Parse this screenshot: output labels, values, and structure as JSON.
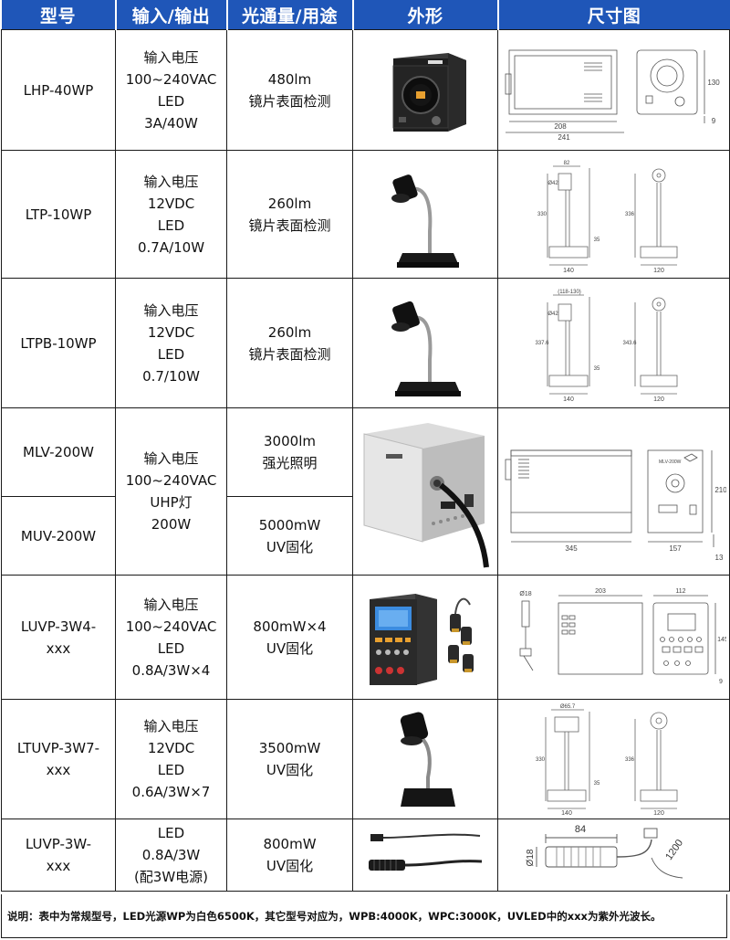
{
  "header": {
    "model": "型号",
    "io": "输入/输出",
    "flux": "光通量/用途",
    "shape": "外形",
    "dims": "尺寸图"
  },
  "rows": [
    {
      "model": "LHP-40WP",
      "io": [
        "输入电压",
        "100~240VAC",
        "LED",
        "3A/40W"
      ],
      "flux": [
        "480lm",
        "镜片表面检测"
      ],
      "dims": {
        "w1": "208",
        "w2": "241",
        "h": "130",
        "f": "9"
      }
    },
    {
      "model": "LTP-10WP",
      "io": [
        "输入电压",
        "12VDC",
        "LED",
        "0.7A/10W"
      ],
      "flux": [
        "260lm",
        "镜片表面检测"
      ],
      "dims": {
        "top": "82",
        "dia": "Ø42",
        "h1": "330",
        "h2": "336",
        "b": "35",
        "w1": "140",
        "w2": "120"
      }
    },
    {
      "model": "LTPB-10WP",
      "io": [
        "输入电压",
        "12VDC",
        "LED",
        "0.7/10W"
      ],
      "flux": [
        "260lm",
        "镜片表面检测"
      ],
      "dims": {
        "top": "(118-130)",
        "dia": "Ø42",
        "h1": "337.6",
        "h2": "343.6",
        "b": "35",
        "w1": "140",
        "w2": "120"
      }
    },
    {
      "model": "MLV-200W",
      "io": [
        "输入电压",
        "100~240VAC",
        "UHP灯",
        "200W"
      ],
      "flux": [
        "3000lm",
        "强光照明"
      ],
      "dims": {
        "label": "MLV-200W",
        "h": "210",
        "w1": "345",
        "w2": "157",
        "f": "13"
      }
    },
    {
      "model": "MUV-200W",
      "flux": [
        "5000mW",
        "UV固化"
      ]
    },
    {
      "model": [
        "LUVP-3W4-",
        "xxx"
      ],
      "io": [
        "输入电压",
        "100~240VAC",
        "LED",
        "0.8A/3W×4"
      ],
      "flux": [
        "800mW×4",
        "UV固化"
      ],
      "dims": {
        "dia": "Ø18",
        "w1": "203",
        "w2": "112",
        "h": "145",
        "f": "9"
      }
    },
    {
      "model": [
        "LTUVP-3W7-",
        "xxx"
      ],
      "io": [
        "输入电压",
        "12VDC",
        "LED",
        "0.6A/3W×7"
      ],
      "flux": [
        "3500mW",
        "UV固化"
      ],
      "dims": {
        "top": "Ø65.7",
        "h1": "330",
        "h2": "336",
        "b": "35",
        "w1": "140",
        "w2": "120"
      }
    },
    {
      "model": [
        "LUVP-3W-",
        "xxx"
      ],
      "io": [
        "LED",
        "0.8A/3W",
        "(配3W电源)"
      ],
      "flux": [
        "800mW",
        "UV固化"
      ],
      "dims": {
        "w": "84",
        "dia": "Ø18",
        "l": "1200"
      }
    }
  ],
  "note": "说明：表中为常规型号，LED光源WP为白色6500K，其它型号对应为，WPB:4000K，WPC:3000K，UVLED中的xxx为紫外光波长。",
  "icons": [
    "lhp-device-icon",
    "gooseneck-lamp-icon",
    "mlv-unit-icon",
    "uv-controller-icon",
    "uv-probe-icon"
  ],
  "colors": {
    "header_bg": "#1f56b8",
    "header_text": "#ffffff"
  }
}
